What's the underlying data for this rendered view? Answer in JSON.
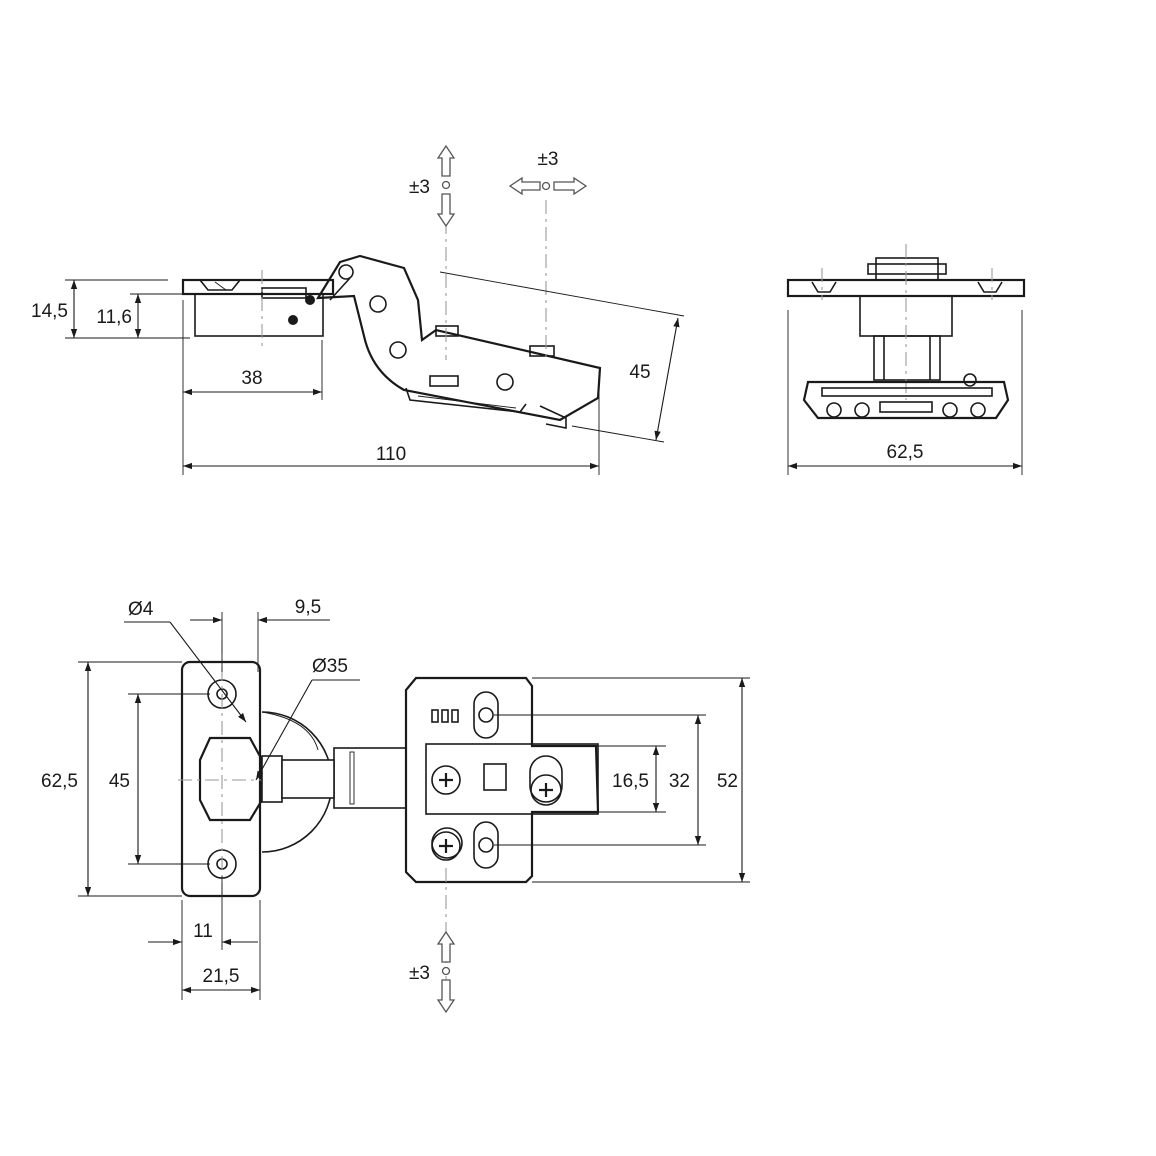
{
  "dimensions": {
    "side_overall_height": "14,5",
    "side_arm_height": "11,6",
    "side_cup_offset": "38",
    "side_total_length": "110",
    "side_arm_depth": "45",
    "end_width": "62,5",
    "top_screw_hole": "Ø4",
    "top_hole_offset": "9,5",
    "top_cup_diameter": "Ø35",
    "top_plate_height": "62,5",
    "top_hole_spacing": "45",
    "top_cup_edge": "11",
    "top_plate_width": "21,5",
    "plate_inner": "16,5",
    "plate_mid": "32",
    "plate_outer": "52"
  },
  "adjustments": {
    "vertical_top": "±3",
    "horizontal_top": "±3",
    "vertical_bottom": "±3"
  },
  "icons": [
    "adjust-up-down-arrow-icon",
    "adjust-left-right-arrow-icon",
    "phillips-screw-icon"
  ]
}
